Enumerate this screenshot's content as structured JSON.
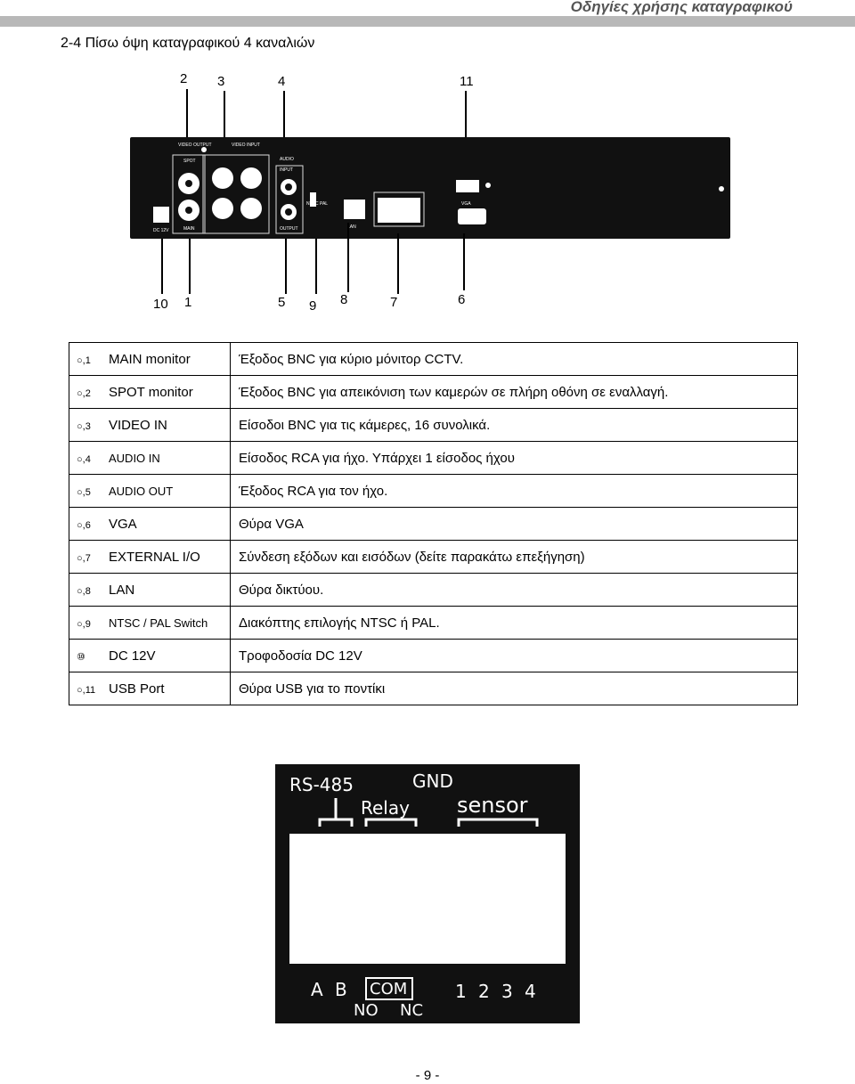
{
  "header": {
    "title": "Οδηγίες χρήσης καταγραφικού"
  },
  "section": {
    "title": "2-4 Πίσω όψη καταγραφικού 4 καναλιών"
  },
  "callouts": {
    "top": [
      "2",
      "3",
      "4",
      "11"
    ],
    "bottom": [
      "10",
      "1",
      "5",
      "9",
      "8",
      "7",
      "6"
    ]
  },
  "panel": {
    "labels": {
      "video_output": "VIDEO OUTPUT",
      "video_input": "VIDEO INPUT",
      "audio": "AUDIO",
      "input": "INPUT",
      "output": "OUTPUT",
      "spot": "SPOT",
      "main": "MAIN",
      "dc": "DC 12V",
      "ntsc_pal": "NTSC PAL",
      "lan": "LAN",
      "vga": "VGA"
    }
  },
  "table": {
    "rows": [
      {
        "mark": "○,1",
        "name": "MAIN monitor",
        "desc": "Έξοδος BNC για κύριο μόνιτορ CCTV."
      },
      {
        "mark": "○,2",
        "name": "SPOT monitor",
        "desc": "Έξοδος BNC για απεικόνιση των καμερών σε πλήρη οθόνη σε εναλλαγή."
      },
      {
        "mark": "○,3",
        "name": "VIDEO IN",
        "desc": "Είσοδοι BNC για τις κάμερες, 16 συνολικά."
      },
      {
        "mark": "○,4",
        "name": "AUDIO IN",
        "desc": "Είσοδος RCA για ήχο. Υπάρχει 1 είσοδος ήχου"
      },
      {
        "mark": "○,5",
        "name": "AUDIO OUT",
        "desc": "Έξοδος RCA για τον ήχο."
      },
      {
        "mark": "○,6",
        "name": "VGA",
        "desc": "Θύρα VGA"
      },
      {
        "mark": "○,7",
        "name": "EXTERNAL I/O",
        "desc": "Σύνδεση εξόδων και εισόδων (δείτε παρακάτω επεξήγηση)"
      },
      {
        "mark": "○,8",
        "name": "LAN",
        "desc": "Θύρα δικτύου."
      },
      {
        "mark": "○,9",
        "name": "NTSC / PAL Switch",
        "desc": "Διακόπτης επιλογής NTSC ή PAL."
      },
      {
        "mark": "⑩",
        "name": "DC 12V",
        "desc": "Τροφοδοσία DC 12V"
      },
      {
        "mark": "○,11",
        "name": "USB Port",
        "desc": "Θύρα USB για το ποντίκι"
      }
    ]
  },
  "relay": {
    "rs485": "RS-485",
    "gnd": "GND",
    "relay": "Relay",
    "sensor": "sensor",
    "pins_top": [
      "A",
      "B",
      "COM",
      "1",
      "2",
      "3",
      "4"
    ],
    "pins_bottom": [
      "NO",
      "NC"
    ]
  },
  "footer": {
    "page": "- 9 -"
  }
}
